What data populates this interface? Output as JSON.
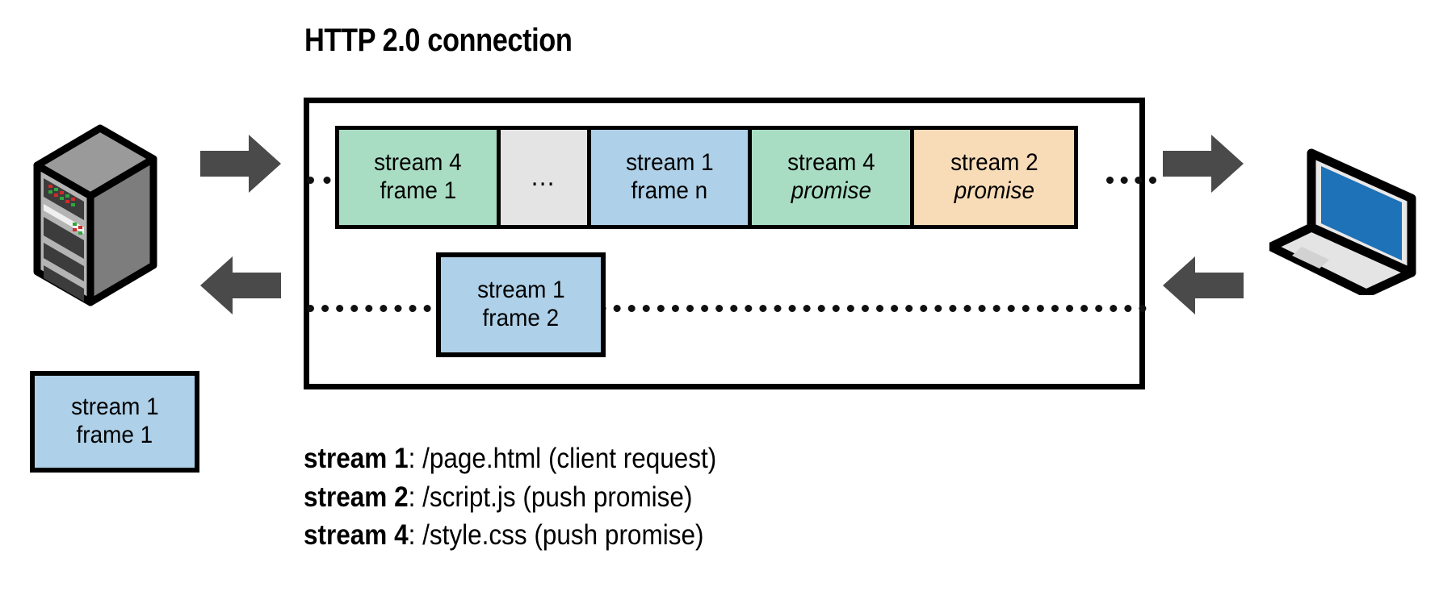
{
  "title": "HTTP 2.0 connection",
  "diagram": {
    "connection_label": "HTTP 2.0 connection",
    "request_frames": [
      {
        "line1": "stream 4",
        "line2": "frame 1",
        "color": "#a9ddc3",
        "italic2": false
      },
      {
        "line1": "…",
        "line2": "",
        "color": "#e4e4e4",
        "italic2": false
      },
      {
        "line1": "stream 1",
        "line2": "frame n",
        "color": "#aed0e8",
        "italic2": false
      },
      {
        "line1": "stream 4",
        "line2": "promise",
        "color": "#a9ddc3",
        "italic2": true
      },
      {
        "line1": "stream 2",
        "line2": "promise",
        "color": "#f8dcb8",
        "italic2": true
      }
    ],
    "response_frame": {
      "line1": "stream 1",
      "line2": "frame 2",
      "color": "#aed0e8"
    },
    "server_frame": {
      "line1": "stream 1",
      "line2": "frame 1",
      "color": "#aed0e8"
    },
    "ellipsis": "…"
  },
  "legend": [
    {
      "stream": "stream 1",
      "sep": ": ",
      "resource": "/page.html",
      "note": "  (client request)"
    },
    {
      "stream": "stream 2",
      "sep": ": ",
      "resource": "/script.js",
      "note": "  (push promise)"
    },
    {
      "stream": "stream 4",
      "sep": ": ",
      "resource": "/style.css",
      "note": "  (push promise)"
    }
  ],
  "icons": {
    "server": "server-icon",
    "laptop": "laptop-icon",
    "arrow_request_server": "arrow-right-icon",
    "arrow_response_server": "arrow-left-icon",
    "arrow_request_client": "arrow-right-icon",
    "arrow_response_client": "arrow-left-icon"
  },
  "colors": {
    "green": "#a9ddc3",
    "blue": "#aed0e8",
    "gray": "#e4e4e4",
    "orange": "#f8dcb8",
    "arrow": "#4a4a4a",
    "laptop_screen": "#1d72b8",
    "stroke": "#000000"
  }
}
